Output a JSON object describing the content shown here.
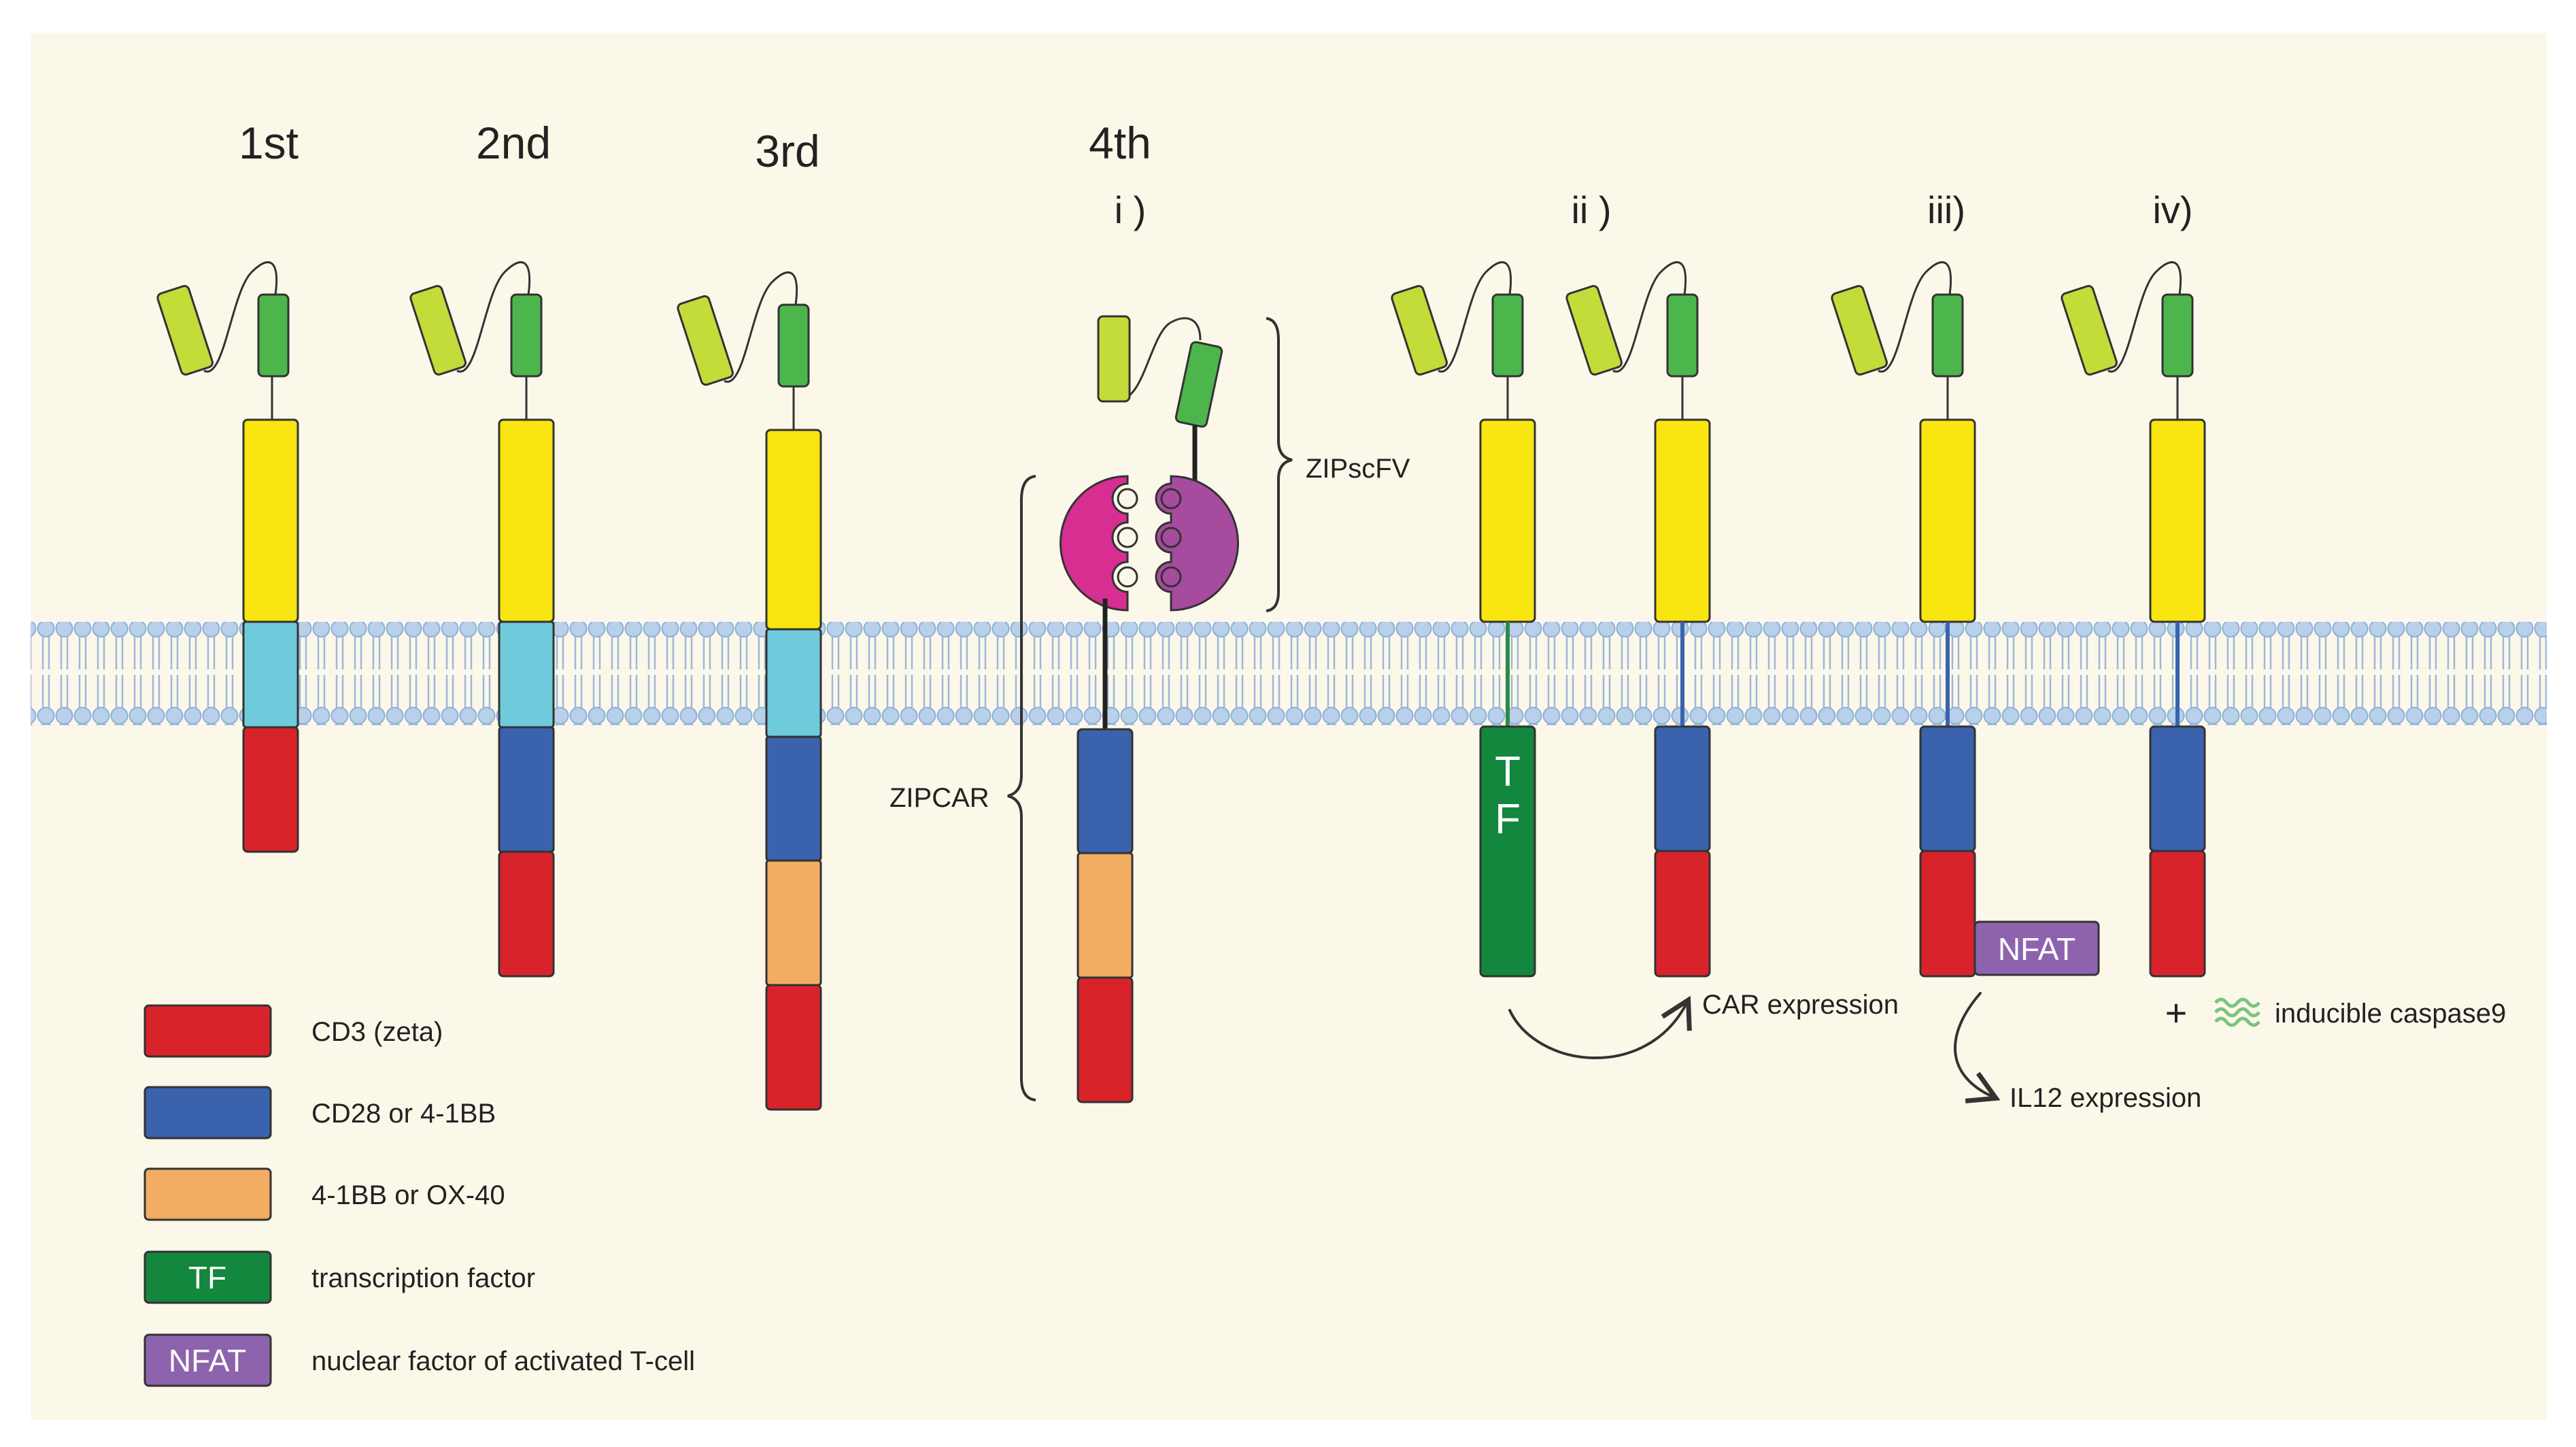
{
  "colors": {
    "background_panel": "#fbf8ea",
    "membrane_head": "#b9d0ea",
    "membrane_tail": "#9db8d8",
    "scfv_light": "#c3dc3a",
    "scfv_dark": "#4cb64c",
    "hinge_yellow": "#f9e50f",
    "transmembrane_cyan": "#6fcbdb",
    "cd3_red": "#d8232a",
    "cd28_blue": "#3a62ad",
    "ox40_orange": "#f2ad62",
    "tf_green": "#12873d",
    "nfat_purple": "#8d63ae",
    "zipper_magenta": "#d62e91",
    "zipper_purple": "#a64b9d",
    "caspase_green": "#7cc47c"
  },
  "generations": {
    "first": "1st",
    "second": "2nd",
    "third": "3rd",
    "fourth": "4th"
  },
  "subtypes": {
    "i": "i )",
    "ii": "ii )",
    "iii": "iii)",
    "iv": "iv)"
  },
  "labels": {
    "zipscfv": "ZIPscFV",
    "zipcar": "ZIPCAR",
    "tf_letter_1": "T",
    "tf_letter_2": "F",
    "nfat_box": "NFAT",
    "car_expression": "CAR expression",
    "il12_expression": "IL12 expression",
    "plus": "+",
    "inducible_caspase9": "inducible caspase9"
  },
  "legend": [
    {
      "key": "cd3",
      "box_text": "",
      "label": "CD3 (zeta)",
      "color": "#d8232a"
    },
    {
      "key": "cd28",
      "box_text": "",
      "label": "CD28 or 4-1BB",
      "color": "#3a62ad"
    },
    {
      "key": "ox40",
      "box_text": "",
      "label": "4-1BB or OX-40",
      "color": "#f2ad62"
    },
    {
      "key": "tf",
      "box_text": "TF",
      "label": "transcription factor",
      "color": "#12873d"
    },
    {
      "key": "nfat",
      "box_text": "NFAT",
      "label": "nuclear factor of activated T-cell",
      "color": "#8d63ae"
    }
  ],
  "icons": {
    "scfv": "scfv-antibody-icon",
    "leucine_zipper": "leucine-zipper-icon",
    "caspase": "caspase-wave-icon"
  }
}
